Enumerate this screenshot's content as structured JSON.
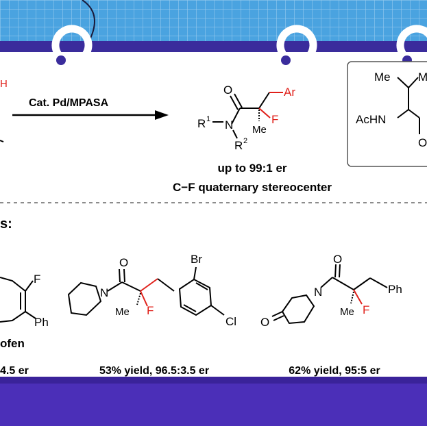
{
  "scheme": {
    "reagent_label": "Cat. Pd/MPASA",
    "top_left_fragment": "H",
    "product_labels": {
      "o": "O",
      "ar": "Ar",
      "f": "F",
      "me": "Me",
      "r1": "R",
      "r1_sup": "1",
      "n": "N",
      "r2": "R",
      "r2_sup": "2"
    },
    "caption_er": "up to 99:1 er",
    "caption_center": "C−F quaternary stereocenter"
  },
  "ligand": {
    "me1": "Me",
    "me2": "M",
    "achn": "AcHN",
    "o_cut": "O"
  },
  "examples": {
    "section_label": "s:",
    "ex1": {
      "f": "F",
      "ph": "Ph",
      "name": "ofen",
      "result": "4.5 er"
    },
    "ex2": {
      "o": "O",
      "n": "N",
      "me": "Me",
      "f": "F",
      "br": "Br",
      "cl": "Cl",
      "result": "53% yield, 96.5:3.5 er"
    },
    "ex3": {
      "o_carbonyl": "O",
      "n": "N",
      "o_ketone": "O",
      "me": "Me",
      "f": "F",
      "ph": "Ph",
      "result": "62% yield, 95:5 er"
    }
  },
  "colors": {
    "accent_red": "#e0201a",
    "banner_blue": "#4aa3e0",
    "band_indigo": "#3a2c9c",
    "footer_purple": "#4b2fb8"
  }
}
